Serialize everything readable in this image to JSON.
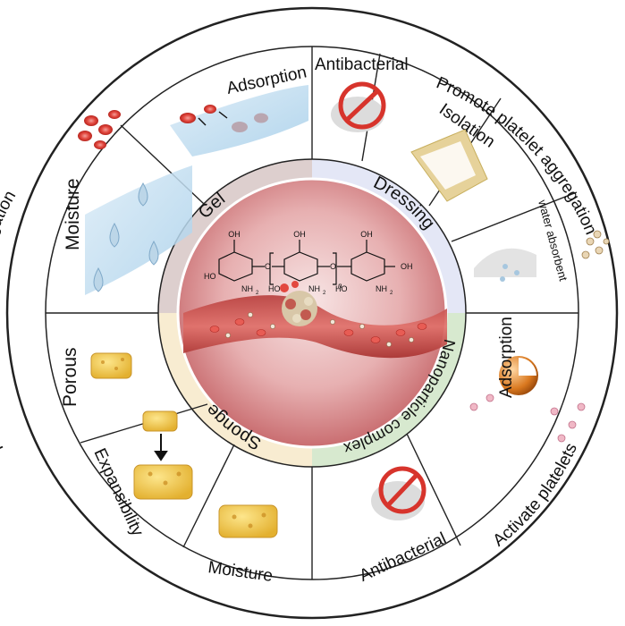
{
  "outer_ring": {
    "top_right": "Promote platelet aggregation",
    "left": "Promote red blood cell aggregation",
    "bottom_right": "Activate platelets"
  },
  "quadrants": {
    "gel": "Gel",
    "dressing": "Dressing",
    "sponge": "Sponge",
    "nanoparticle": "Nanoparticle complex"
  },
  "sectors": {
    "gel_adsorption": "Adsorption",
    "gel_moisture": "Moisture",
    "dressing_antibacterial": "Antibacterial",
    "dressing_isolation": "Isolation",
    "dressing_water": "water absorbent",
    "nano_adsorption": "Adsorption",
    "nano_antibacterial": "Antibacterial",
    "sponge_moisture": "Moisture",
    "sponge_expansibility": "Expansibility",
    "sponge_porous": "Porous"
  },
  "structure": {
    "sub_n": "n",
    "oh": "OH",
    "ho": "HO",
    "nh2": "NH",
    "nh2_sub": "2",
    "o": "O"
  },
  "colors": {
    "gel": "#ded0cf",
    "dressing": "#e3e6f6",
    "sponge": "#f8ecd1",
    "nano": "#d7e8cf",
    "center": "#d9898c",
    "vessel": "#c94a4a"
  },
  "icons": [
    "red-blood-cell-icon",
    "droplet-icon",
    "prohibit-icon",
    "sponge-icon",
    "nanoparticle-icon",
    "platelet-icon",
    "arrow-icon"
  ]
}
